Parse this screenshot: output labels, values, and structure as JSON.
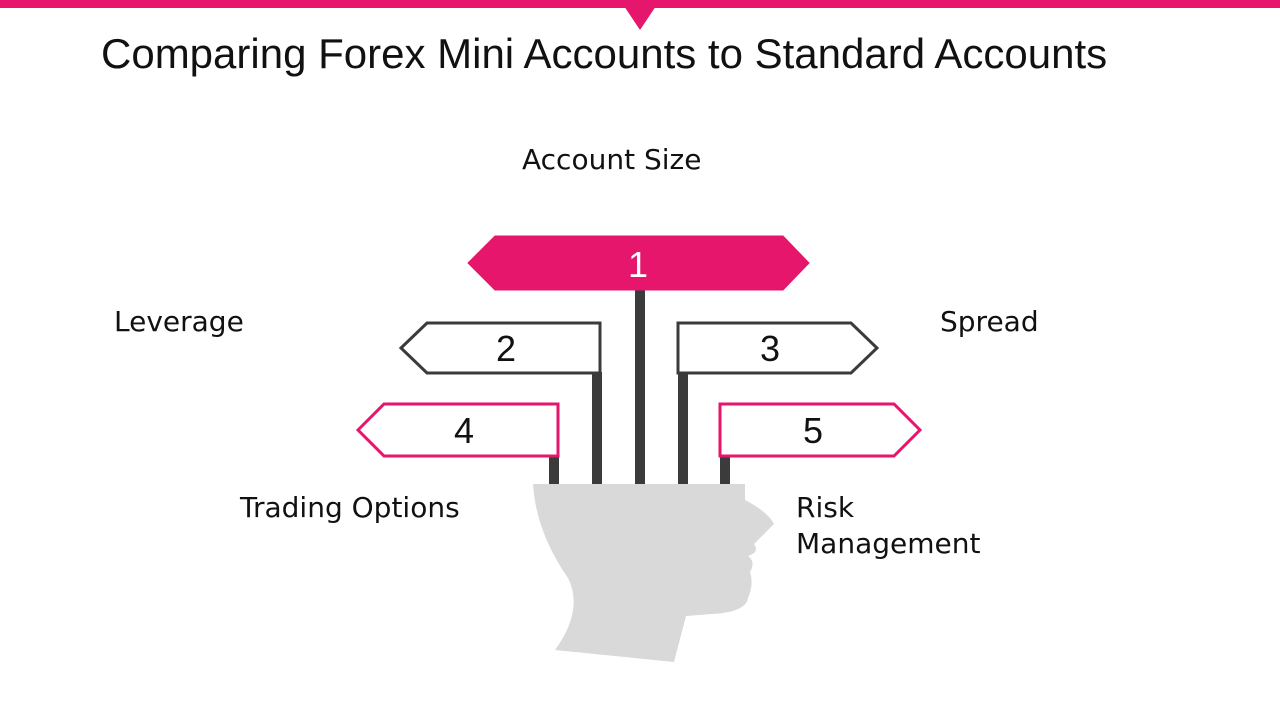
{
  "title": "Comparing Forex Mini Accounts to Standard Accounts",
  "colors": {
    "accent": "#e5166b",
    "dark": "#3b3b3b",
    "head": "#d9d9d9",
    "text": "#111111",
    "background": "#ffffff"
  },
  "signs": [
    {
      "number": "1",
      "label": "Account Size",
      "style": "filled-accent",
      "direction": "both"
    },
    {
      "number": "2",
      "label": "Leverage",
      "style": "outline-dark",
      "direction": "left"
    },
    {
      "number": "3",
      "label": "Spread",
      "style": "outline-dark",
      "direction": "right"
    },
    {
      "number": "4",
      "label": "Trading Options",
      "style": "outline-accent",
      "direction": "left"
    },
    {
      "number": "5",
      "label": "Risk Management",
      "style": "outline-accent",
      "direction": "right"
    }
  ],
  "icons": [
    "head-silhouette-icon",
    "signpost-icon"
  ]
}
